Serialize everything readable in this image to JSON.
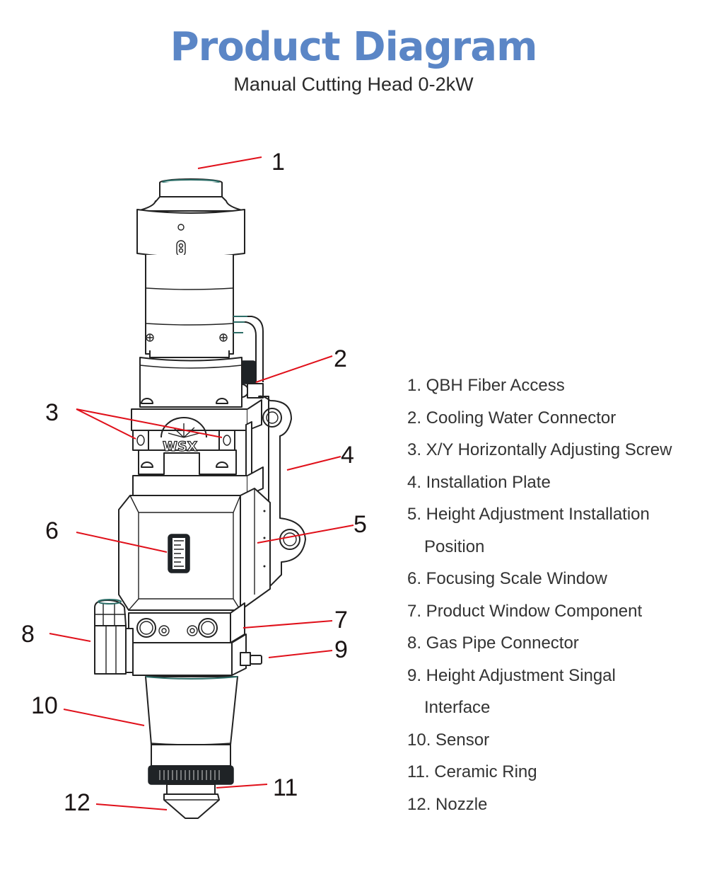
{
  "header": {
    "title": "Product Diagram",
    "subtitle": "Manual Cutting Head 0-2kW"
  },
  "product": {
    "logo_text": "WSX"
  },
  "callouts": [
    "1",
    "2",
    "3",
    "4",
    "5",
    "6",
    "7",
    "8",
    "9",
    "10",
    "11",
    "12"
  ],
  "legend": {
    "items": [
      {
        "number": "1",
        "text": "1. QBH Fiber Access"
      },
      {
        "number": "2",
        "text": "2. Cooling Water Connector"
      },
      {
        "number": "3",
        "text": "3. X/Y Horizontally Adjusting Screw"
      },
      {
        "number": "4",
        "text": "4. Installation Plate"
      },
      {
        "number": "5",
        "text": "5. Height Adjustment Installation",
        "continuation": "Position"
      },
      {
        "number": "6",
        "text": "6. Focusing Scale Window"
      },
      {
        "number": "7",
        "text": "7. Product Window Component"
      },
      {
        "number": "8",
        "text": "8. Gas Pipe Connector"
      },
      {
        "number": "9",
        "text": "9. Height Adjustment Singal",
        "continuation": "Interface"
      },
      {
        "number": "10",
        "text": "10. Sensor"
      },
      {
        "number": "11",
        "text": "11. Ceramic Ring"
      },
      {
        "number": "12",
        "text": "12. Nozzle"
      }
    ]
  },
  "colors": {
    "title": "#5b86c6",
    "leader_lines": "#e0101a",
    "outline": "#222222",
    "accent_teal": "#2d6e68"
  }
}
